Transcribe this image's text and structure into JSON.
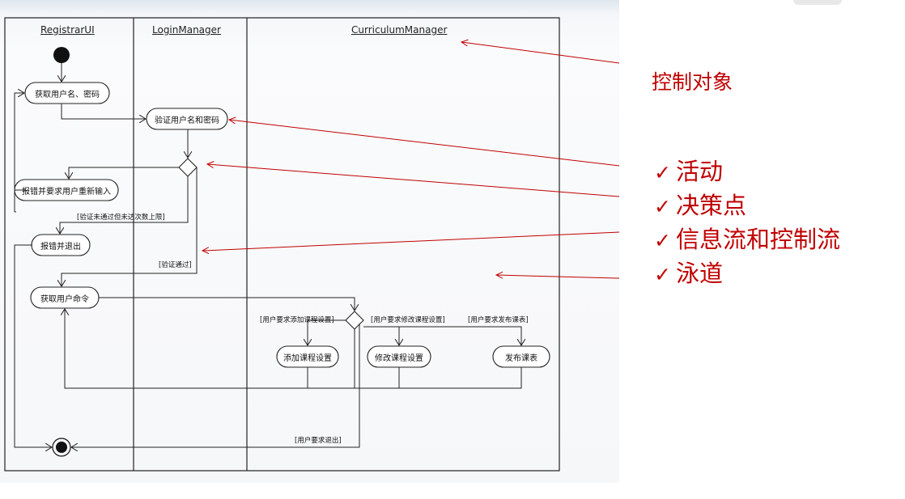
{
  "lanes": [
    {
      "title": "RegistrarUI"
    },
    {
      "title": "LoginManager"
    },
    {
      "title": "CurriculumManager"
    }
  ],
  "nodes": {
    "get_credentials": "获取用户名、密码",
    "verify": "验证用户名和密码",
    "error_retry": "报错并要求用户重新输入",
    "error_exit": "报错并退出",
    "get_command": "获取用户命令",
    "add_course": "添加课程设置",
    "modify_course": "修改课程设置",
    "publish_schedule": "发布课表"
  },
  "guards": {
    "verify_fail_limit": "[验证未通过但未达次数上限]",
    "verify_pass": "[验证通过]",
    "add": "[用户要求添加课程设置]",
    "modify": "[用户要求修改课程设置]",
    "publish": "[用户要求发布课表]",
    "exit": "[用户要求退出]"
  },
  "annotations": {
    "title": "控制对象",
    "items": [
      "活动",
      "决策点",
      "信息流和控制流",
      "泳道"
    ],
    "check_symbol": "✓"
  },
  "colors": {
    "annotation_red": "#c00000",
    "diagram_line": "#222222"
  }
}
